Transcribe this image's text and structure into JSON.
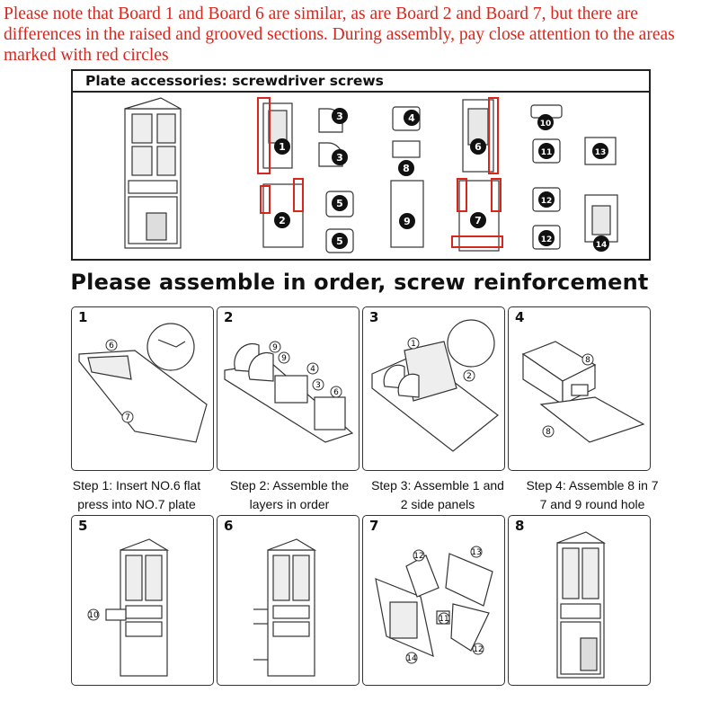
{
  "note": "Please note that Board 1 and Board 6 are similar, as are Board 2 and Board 7, but there are differences in the raised and grooved sections. During assembly, pay close attention to the areas marked with red circles",
  "parts": {
    "header": "Plate accessories: screwdriver screws",
    "labels": [
      "1",
      "2",
      "3",
      "3",
      "4",
      "5",
      "5",
      "6",
      "7",
      "8",
      "9",
      "10",
      "11",
      "12",
      "12",
      "13",
      "14"
    ]
  },
  "title": "Please assemble in order, screw reinforcement",
  "steps": [
    {
      "num": "1",
      "caption_lines": [
        "Step 1: Insert NO.6 flat",
        "press into NO.7 plate"
      ]
    },
    {
      "num": "2",
      "caption_lines": [
        "Step 2: Assemble the",
        "layers in order"
      ]
    },
    {
      "num": "3",
      "caption_lines": [
        "Step 3: Assemble 1 and",
        "2 side panels"
      ]
    },
    {
      "num": "4",
      "caption_lines": [
        "Step 4: Assemble 8 in 7",
        "7 and 9 round hole"
      ]
    },
    {
      "num": "5"
    },
    {
      "num": "6"
    },
    {
      "num": "7"
    },
    {
      "num": "8"
    }
  ],
  "callouts": {
    "p1": [
      "6",
      "7"
    ],
    "p2": [
      "9",
      "9",
      "4",
      "3",
      "6"
    ],
    "p3": [
      "1",
      "2"
    ],
    "p4": [
      "8",
      "8"
    ],
    "p5": [
      "10"
    ],
    "p7": [
      "12",
      "13",
      "11",
      "12",
      "14"
    ]
  },
  "colors": {
    "note": "#d9261c",
    "highlight": "#d9261c",
    "line": "#222222"
  }
}
